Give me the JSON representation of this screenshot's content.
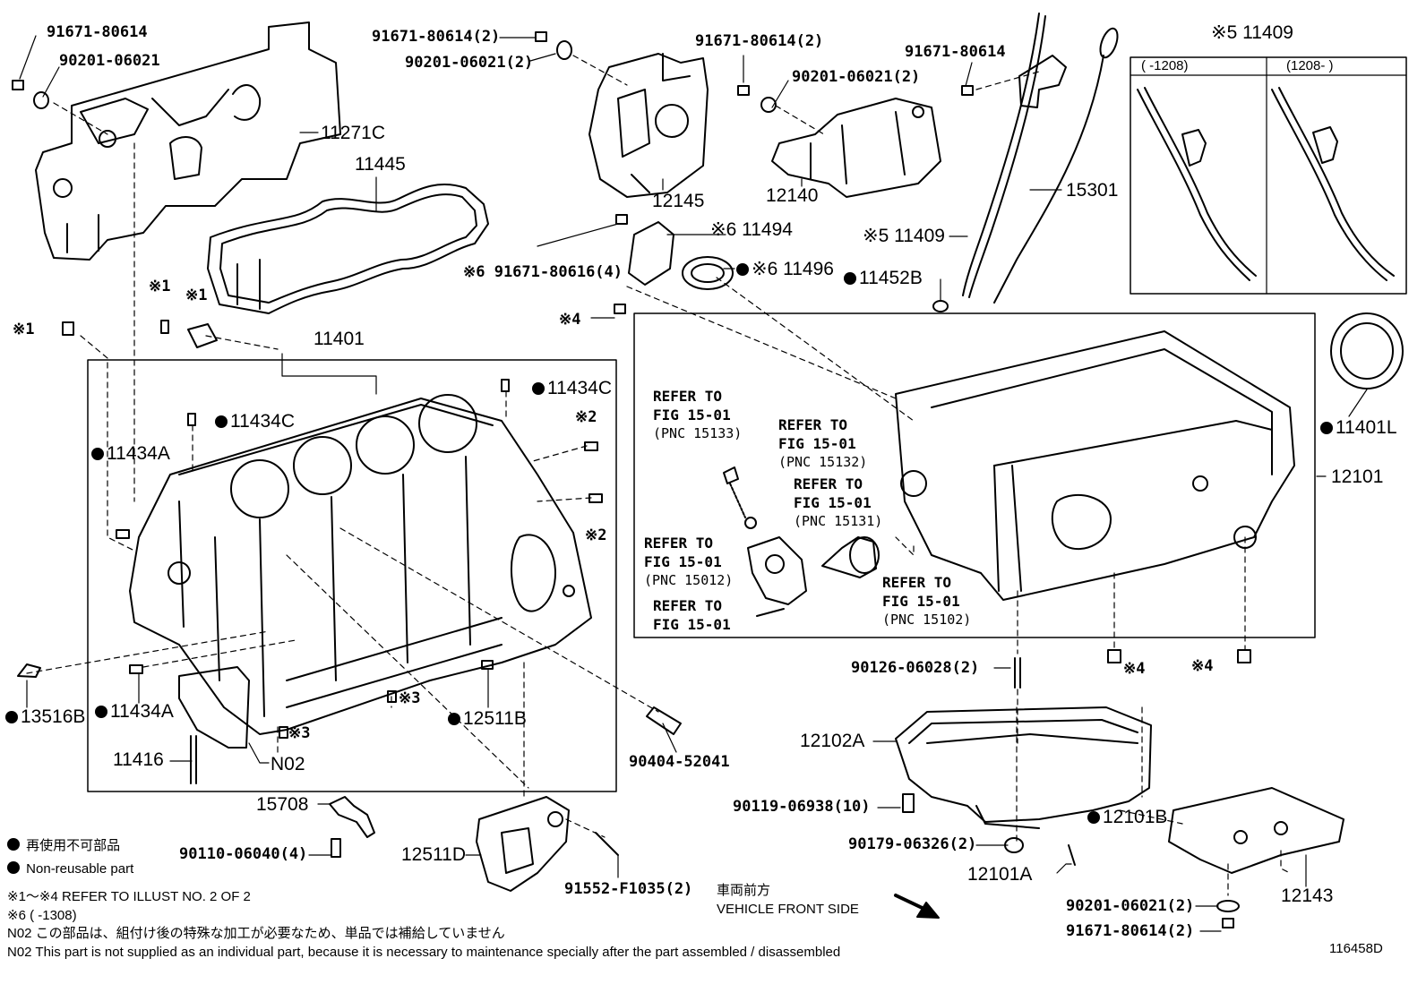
{
  "callouts": {
    "c01": "91671-80614",
    "c02": "90201-06021",
    "c03": "11271C",
    "c04": "11445",
    "c05": "91671-80614(2)",
    "c06": "90201-06021(2)",
    "c07": "12145",
    "c08": "91671-80614(2)",
    "c09": "90201-06021(2)",
    "c10": "12140",
    "c11": "91671-80614",
    "c12": "15301",
    "c13": "※5 11409",
    "c14": "※6 11494",
    "c15": "※6 91671-80616(4)",
    "c16": "※6 11496",
    "c17": "11452B",
    "c18": "※4",
    "c19": "※1",
    "c20": "※1",
    "c21": "※1",
    "c22": "11401",
    "c23": "11434C",
    "c24": "11434C",
    "c25": "11434A",
    "c26": "※2",
    "c27": "※2",
    "c28": "11401L",
    "c29": "12101",
    "c30": "13516B",
    "c31": "11434A",
    "c32": "※3",
    "c33": "12511B",
    "c34": "※3",
    "c35": "11416",
    "c36": "N02",
    "c37": "90404-52041",
    "c38": "90126-06028(2)",
    "c39": "※4",
    "c40": "※4",
    "c41": "12102A",
    "c42": "90119-06938(10)",
    "c43": "12101B",
    "c44": "90179-06326(2)",
    "c45": "12101A",
    "c46": "12143",
    "c47": "90201-06021(2)",
    "c48": "91671-80614(2)",
    "c49": "15708",
    "c50": "90110-06040(4)",
    "c51": "12511D",
    "c52": "91552-F1035(2)"
  },
  "inset": {
    "title": "※5 11409",
    "col_left": "(      -1208)",
    "col_right": "(1208-      )"
  },
  "refs": {
    "r1": {
      "l1": "REFER TO",
      "l2": "FIG 15-01",
      "pnc": "(PNC 15133)"
    },
    "r2": {
      "l1": "REFER TO",
      "l2": "FIG 15-01",
      "pnc": "(PNC 15132)"
    },
    "r3": {
      "l1": "REFER TO",
      "l2": "FIG 15-01",
      "pnc": "(PNC 15131)"
    },
    "r4": {
      "l1": "REFER TO",
      "l2": "FIG 15-01",
      "pnc": "(PNC 15012)"
    },
    "r5": {
      "l1": "REFER TO",
      "l2": "FIG 15-01",
      "pnc": "(PNC 15102)"
    },
    "r6": {
      "l1": "REFER TO",
      "l2": "FIG 15-01",
      "pnc": ""
    }
  },
  "front": {
    "jp": "車両前方",
    "en": "VEHICLE FRONT SIDE"
  },
  "legend": {
    "jp": "再使用不可部品",
    "en": "Non-reusable part",
    "note1": "※1～※4  REFER TO ILLUST NO. 2 OF 2",
    "note2": "※6 (        -1308)",
    "note3": "N02  この部品は、組付け後の特殊な加工が必要なため、単品では補給していません",
    "note4": "N02  This part is not supplied as an individual part, because it is necessary to maintenance specially after the part assembled / disassembled"
  },
  "figure_id": "116458D"
}
